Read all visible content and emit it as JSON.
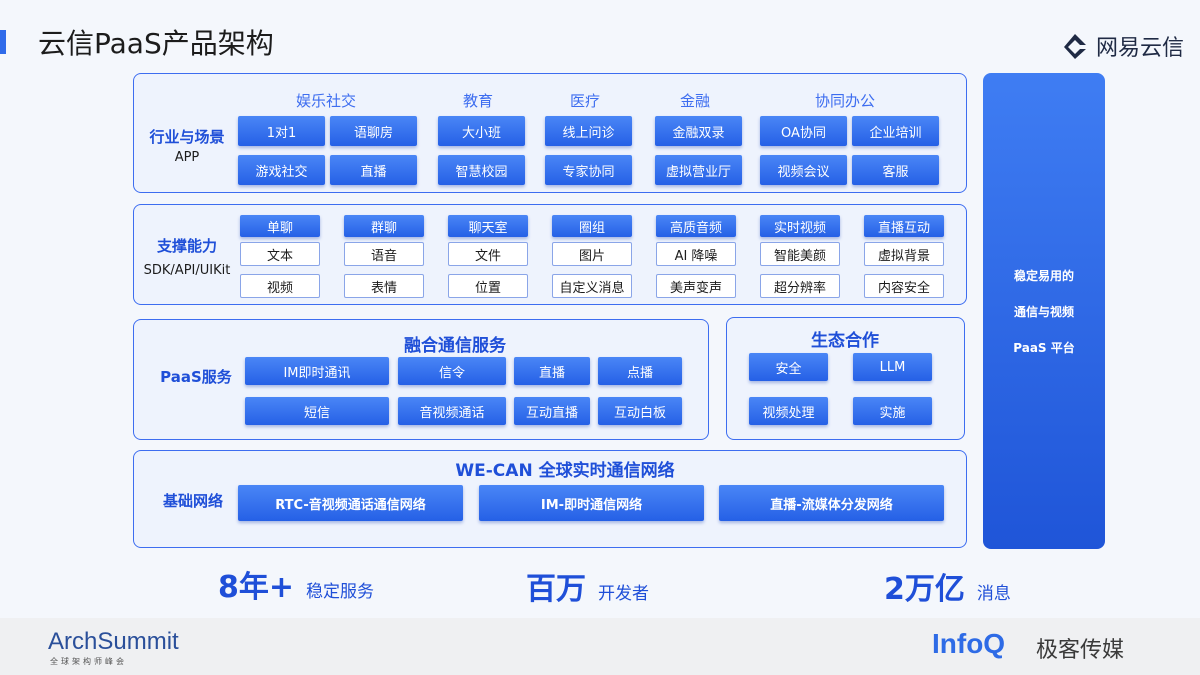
{
  "header": {
    "title": "云信PaaS产品架构",
    "brand": "网易云信"
  },
  "app_row": {
    "label": "行业与场景",
    "sub": "APP",
    "categories": [
      "娱乐社交",
      "教育",
      "医疗",
      "金融",
      "协同办公"
    ],
    "items": [
      "1对1",
      "语聊房",
      "游戏社交",
      "直播",
      "大小班",
      "智慧校园",
      "线上问诊",
      "专家协同",
      "金融双录",
      "虚拟营业厅",
      "OA协同",
      "企业培训",
      "视频会议",
      "客服"
    ]
  },
  "sdk_row": {
    "label": "支撑能力",
    "sub": "SDK/API/UIKit",
    "headers": [
      "单聊",
      "群聊",
      "聊天室",
      "圈组",
      "高质音频",
      "实时视频",
      "直播互动"
    ],
    "items": [
      "文本",
      "语音",
      "文件",
      "图片",
      "AI 降噪",
      "智能美颜",
      "虚拟背景",
      "视频",
      "表情",
      "位置",
      "自定义消息",
      "美声变声",
      "超分辨率",
      "内容安全"
    ]
  },
  "paas_row": {
    "label": "PaaS服务",
    "title": "融合通信服务",
    "items": [
      "IM即时通讯",
      "信令",
      "直播",
      "点播",
      "短信",
      "音视频通话",
      "互动直播",
      "互动白板"
    ]
  },
  "eco": {
    "title": "生态合作",
    "items": [
      "安全",
      "LLM",
      "视频处理",
      "实施"
    ]
  },
  "base_row": {
    "label": "基础网络",
    "title": "WE-CAN 全球实时通信网络",
    "items": [
      "RTC-音视频通话通信网络",
      "IM-即时通信网络",
      "直播-流媒体分发网络"
    ]
  },
  "sidebar": {
    "lines": [
      "稳定易用的",
      "通信与视频",
      "PaaS 平台"
    ]
  },
  "stats": [
    {
      "value": "8年+",
      "label": "稳定服务"
    },
    {
      "value": "百万",
      "label": "开发者"
    },
    {
      "value": "2万亿",
      "label": "消息"
    }
  ],
  "footer": {
    "arch": "ArchSummit",
    "arch_sub": "全球架构师峰会",
    "infoq": "InfoQ",
    "media": "极客传媒"
  },
  "colors": {
    "accent": "#2f6bea",
    "panel_border": "#3d6df0"
  }
}
